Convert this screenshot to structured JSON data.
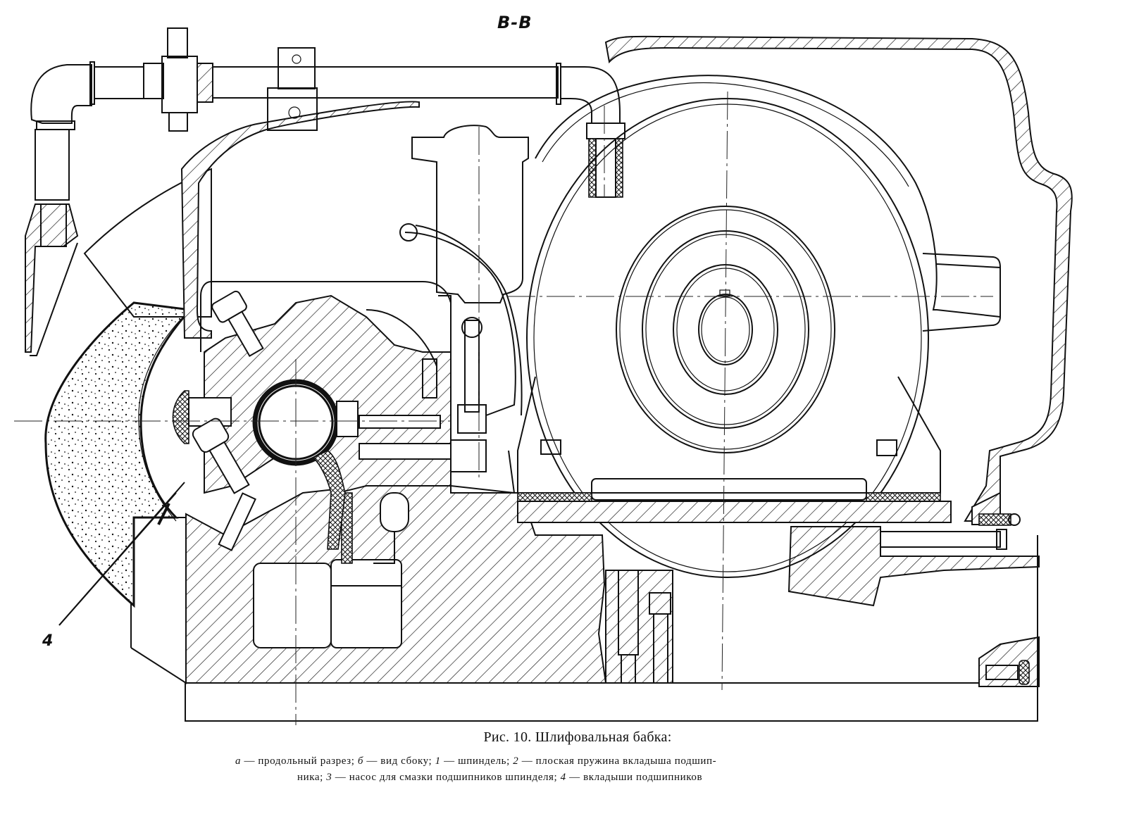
{
  "figure": {
    "section_label": "В-В",
    "callouts": [
      {
        "id": "4",
        "label": "4"
      }
    ],
    "caption": {
      "title": "Рис. 10. Шлифовальная бабка:",
      "line1_parts": [
        {
          "key": "а",
          "text": " — продольный разрез; "
        },
        {
          "key": "б",
          "text": " — вид сбоку; "
        },
        {
          "key": "1",
          "text": " — шпиндель; "
        },
        {
          "key": "2",
          "text": " — плоская пружина вкладыша подшип-"
        }
      ],
      "line2_parts": [
        {
          "key": "",
          "text": "ника; "
        },
        {
          "key": "3",
          "text": " — насос для смазки подшипников шпинделя; "
        },
        {
          "key": "4",
          "text": " — вкладыши подшипников"
        }
      ]
    },
    "components": {
      "grinding_wheel": "grinding-wheel",
      "wheel_guard": "wheel-guard",
      "spindle": "spindle",
      "bearing_liners": "bearing-liners",
      "oil_reservoir": "oil-reservoir",
      "coolant_pipe": "coolant-pipe",
      "motor": "electric-motor",
      "motor_cover": "motor-cover",
      "base_plate": "headstock-base",
      "lubrication_pump": "lubrication-pump"
    }
  }
}
